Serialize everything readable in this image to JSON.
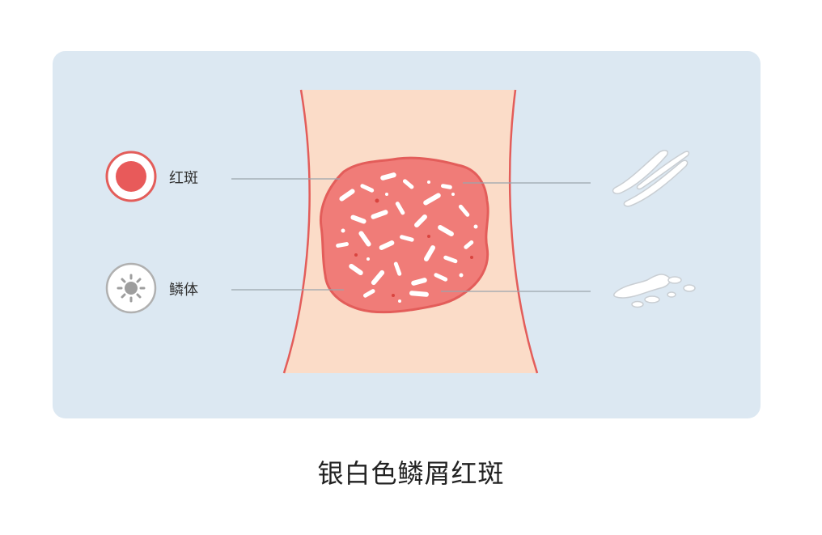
{
  "legend": {
    "items": [
      {
        "label": "红斑",
        "icon": "red-circle-icon",
        "color": "#e85a5a"
      },
      {
        "label": "鳞体",
        "icon": "scale-burst-icon",
        "color": "#9e9e9e"
      }
    ]
  },
  "caption": "银白色鳞屑红斑",
  "colors": {
    "panel": "#dce8f2",
    "skin": "#fbdcc8",
    "skin_border": "#e35d5a",
    "plaque": "#f07c78",
    "scale": "#ffffff",
    "leader_line": "#9aa4ad"
  }
}
